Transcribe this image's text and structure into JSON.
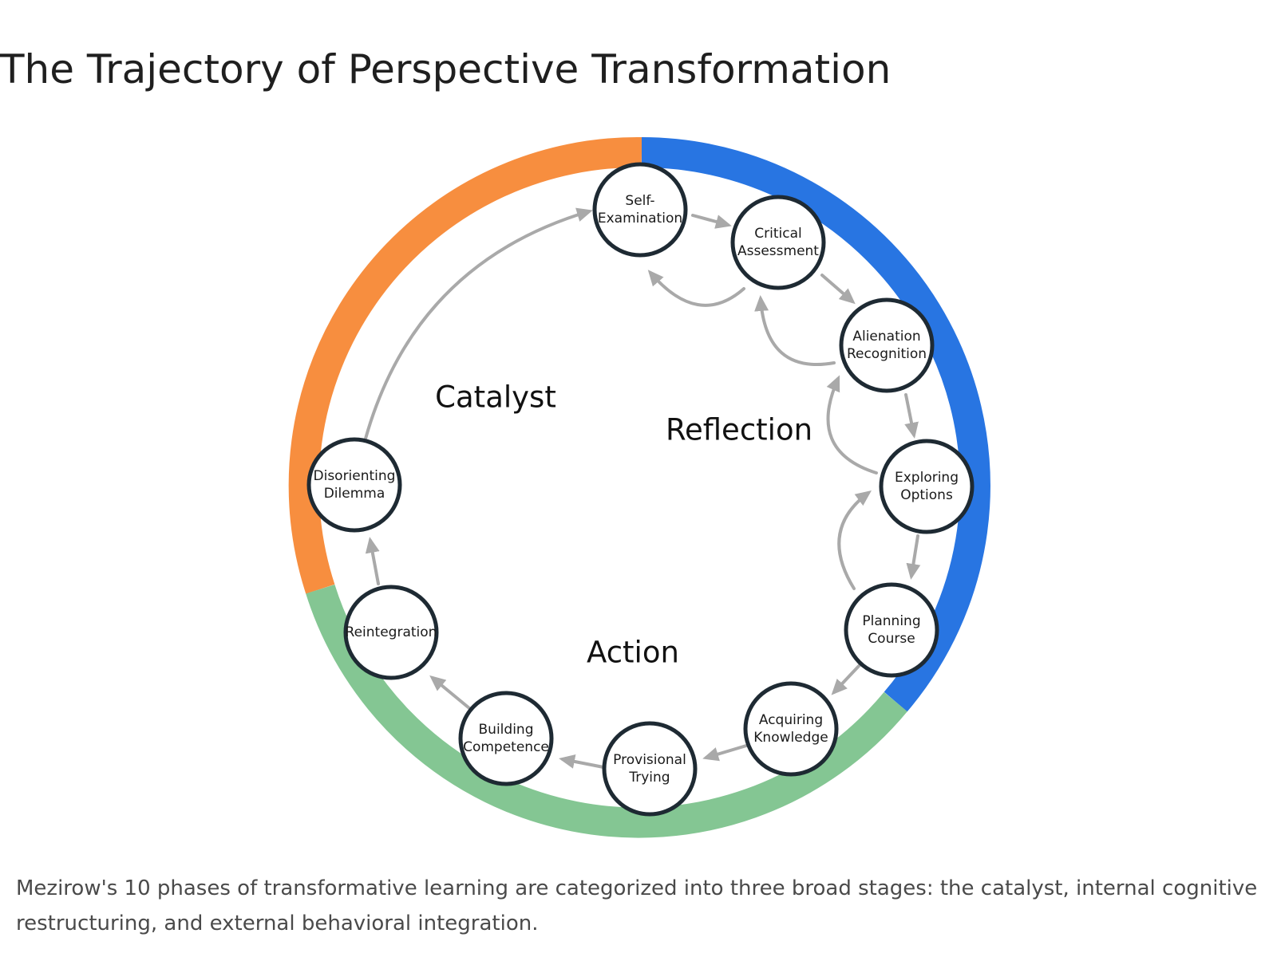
{
  "title": "The Trajectory of Perspective Transformation",
  "caption": "Mezirow's 10 phases of transformative learning are categorized into three broad stages: the catalyst, internal cognitive restructuring, and external behavioral integration.",
  "stages": [
    {
      "id": "catalyst",
      "label": "Catalyst",
      "color": "#f78e3f"
    },
    {
      "id": "reflection",
      "label": "Reflection",
      "color": "#2875e2"
    },
    {
      "id": "action",
      "label": "Action",
      "color": "#84c693"
    }
  ],
  "phases": [
    {
      "id": "self-examination",
      "lines": [
        "Self-",
        "Examination"
      ]
    },
    {
      "id": "critical-assessment",
      "lines": [
        "Critical",
        "Assessment"
      ]
    },
    {
      "id": "alienation-recognition",
      "lines": [
        "Alienation",
        "Recognition"
      ]
    },
    {
      "id": "exploring-options",
      "lines": [
        "Exploring",
        "Options"
      ]
    },
    {
      "id": "planning-course",
      "lines": [
        "Planning",
        "Course"
      ]
    },
    {
      "id": "acquiring-knowledge",
      "lines": [
        "Acquiring",
        "Knowledge"
      ]
    },
    {
      "id": "provisional-trying",
      "lines": [
        "Provisional",
        "Trying"
      ]
    },
    {
      "id": "building-competence",
      "lines": [
        "Building",
        "Competence"
      ]
    },
    {
      "id": "reintegration",
      "lines": [
        "Reintegration"
      ]
    },
    {
      "id": "disorienting-dilemma",
      "lines": [
        "Disorienting",
        "Dilemma"
      ]
    }
  ],
  "colors": {
    "node_border": "#1e2a33",
    "arrow": "#a9a9a9"
  }
}
